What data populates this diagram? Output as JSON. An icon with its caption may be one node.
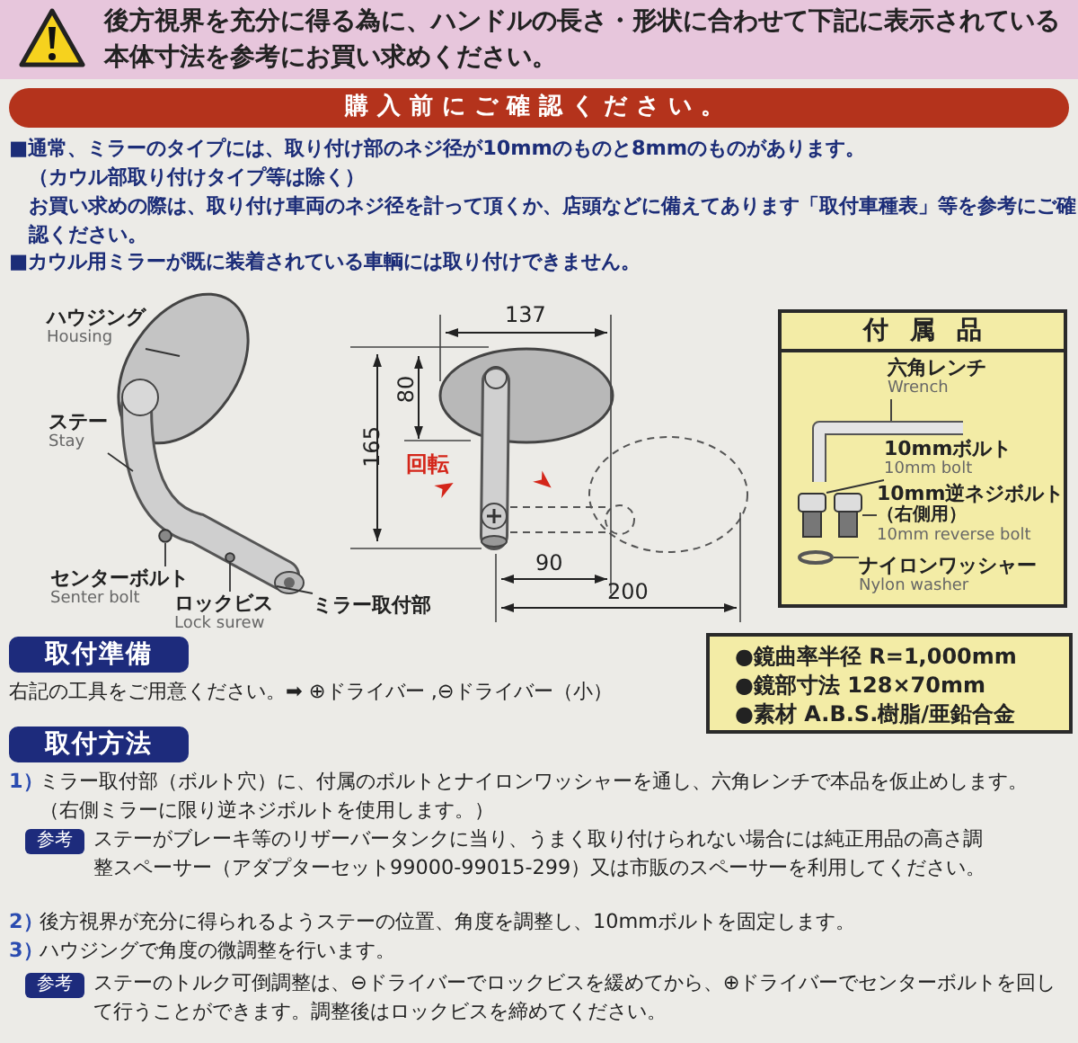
{
  "diagram": {
    "nodes": [
      {
        "text": [
          "後方視界を充分に得る為に、ハンドルの長さ・形状に合わせて下記に表示されている本体寸法を参考にお買い求めください。"
        ]
      },
      {
        "text": [
          "購入前にご確認ください。"
        ]
      },
      {
        "text": [
          "ハウジング",
          "Housing"
        ]
      },
      {
        "text": [
          "ステー",
          "Stay"
        ]
      },
      {
        "text": [
          "センターボルト",
          "Senter bolt"
        ]
      },
      {
        "text": [
          "ロックビス",
          "Lock surew"
        ]
      },
      {
        "text": [
          "ミラー取付部"
        ]
      },
      {
        "text": [
          "付属品"
        ]
      },
      {
        "text": [
          "六角レンチ",
          "Wrench"
        ],
        "in": 7
      },
      {
        "text": [
          "10mmボルト",
          "10mm bolt"
        ],
        "in": 7
      },
      {
        "text": [
          "10mm逆ネジボルト",
          "（右側用）",
          "10mm reverse bolt"
        ],
        "in": 7
      },
      {
        "text": [
          "ナイロンワッシャー",
          "Nylon washer"
        ],
        "in": 7
      },
      {
        "text": [
          "取付準備"
        ]
      },
      {
        "text": [
          "●鏡曲率半径 R=1,000mm",
          "●鏡部寸法 128×70mm",
          "●素材 A.B.S.樹脂/亜鉛合金"
        ]
      },
      {
        "text": [
          "取付方法"
        ]
      },
      {
        "text": [
          "参考"
        ]
      },
      {
        "text": [
          "参考"
        ]
      },
      {
        "text": [],
        "shape": "picture",
        "in": 7
      },
      {
        "text": [],
        "shape": "picture",
        "in": 7
      },
      {
        "text": [],
        "shape": "picture",
        "in": 7
      },
      {
        "text": [],
        "shape": "ring",
        "in": 7
      },
      {
        "text": [],
        "shape": "circle"
      },
      {
        "text": [],
        "shape": "circle"
      }
    ],
    "edges": [
      {
        "from": 2,
        "to": null,
        "arrow": "none"
      },
      {
        "from": 3,
        "to": null,
        "arrow": "none"
      },
      {
        "from": 4,
        "to": 21,
        "arrow": "none"
      },
      {
        "from": 5,
        "to": 22,
        "arrow": "none"
      },
      {
        "from": 6,
        "to": null,
        "arrow": "none"
      },
      {
        "from": 8,
        "to": 17,
        "arrow": "none"
      },
      {
        "from": 9,
        "to": 18,
        "arrow": "none"
      },
      {
        "from": 10,
        "to": 19,
        "arrow": "none"
      },
      {
        "from": 11,
        "to": 20,
        "arrow": "none"
      }
    ],
    "labels": [
      "■通常、ミラーのタイプには、取り付け部のネジ径が10mmのものと8mmのものがあります。",
      "（カウル部取り付けタイプ等は除く）",
      "お買い求めの際は、取り付け車両のネジ径を計って頂くか、店頭などに備えてあります「取付車種表」等を参考にご確認ください。",
      "■カウル用ミラーが既に装着されている車輌には取り付けできません。",
      "137",
      "80",
      "165",
      "回転",
      "90",
      "200",
      "右記の工具をご用意ください。➡ ⊕ドライバー ,⊖ドライバー（小）",
      "1）",
      "ミラー取付部（ボルト穴）に、付属のボルトとナイロンワッシャーを通し、六角レンチで本品を仮止めします。",
      "（右側ミラーに限り逆ネジボルトを使用します。）",
      "ステーがブレーキ等のリザーバータンクに当り、うまく取り付けられない場合には純正用品の高さ調整スペーサー（アダプターセット99000-99015-299）又は市販のスペーサーを利用してください。",
      "2）",
      "後方視界が充分に得られるようステーの位置、角度を調整し、10mmボルトを固定します。",
      "3）",
      "ハウジングで角度の微調整を行います。",
      "ステーのトルク可倒調整は、⊖ドライバーでロックビスを緩めてから、⊕ドライバーでセンターボルトを回して行うことができます。調整後はロックビスを締めてください。"
    ]
  }
}
